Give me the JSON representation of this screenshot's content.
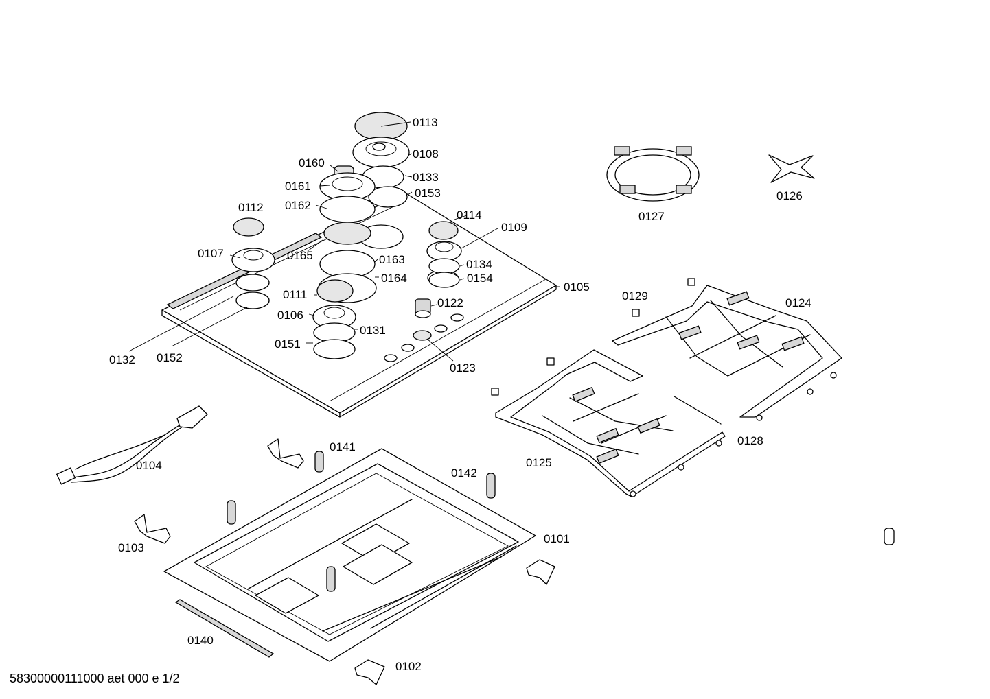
{
  "labels": {
    "p0113": "0113",
    "p0108": "0108",
    "p0160": "0160",
    "p0133": "0133",
    "p0161": "0161",
    "p0153": "0153",
    "p0162": "0162",
    "p0112": "0112",
    "p0114": "0114",
    "p0109": "0109",
    "p0107": "0107",
    "p0165": "0165",
    "p0163": "0163",
    "p0134": "0134",
    "p0164": "0164",
    "p0154": "0154",
    "p0105": "0105",
    "p0111": "0111",
    "p0122": "0122",
    "p0106": "0106",
    "p0131": "0131",
    "p0151": "0151",
    "p0132": "0132",
    "p0152": "0152",
    "p0123": "0123",
    "p0127": "0127",
    "p0126": "0126",
    "p0129": "0129",
    "p0124": "0124",
    "p0141": "0141",
    "p0104": "0104",
    "p0142": "0142",
    "p0128": "0128",
    "p0125": "0125",
    "p0101": "0101",
    "p0103": "0103",
    "p0140": "0140",
    "p0102": "0102"
  },
  "footer": "58300000111000 aet 000 e 1/2"
}
